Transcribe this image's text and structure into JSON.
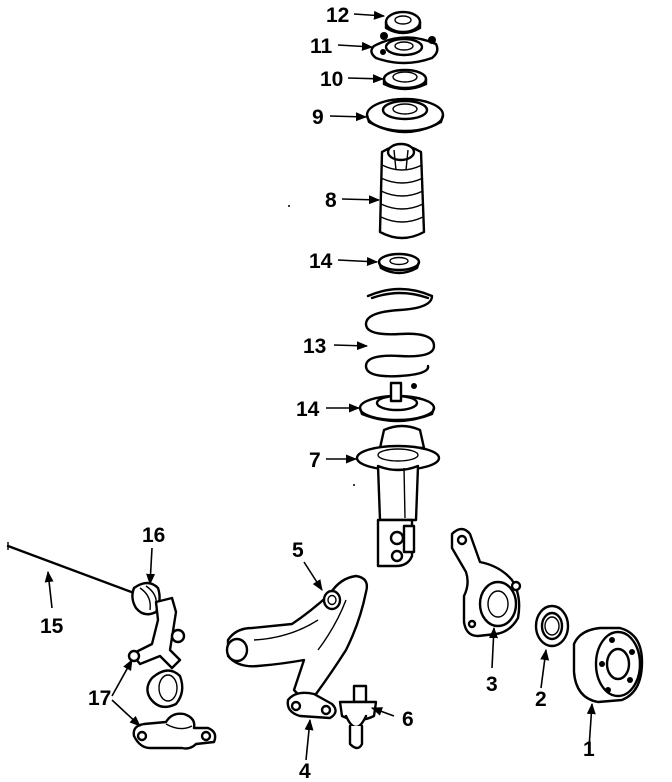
{
  "diagram": {
    "callouts": {
      "c1": "1",
      "c2": "2",
      "c3": "3",
      "c4": "4",
      "c5": "5",
      "c6": "6",
      "c7": "7",
      "c8": "8",
      "c9": "9",
      "c10": "10",
      "c11": "11",
      "c12": "12",
      "c13": "13",
      "c14a": "14",
      "c14b": "14",
      "c15": "15",
      "c16": "16",
      "c17": "17"
    },
    "colors": {
      "ink": "#000000",
      "paper": "#ffffff"
    }
  }
}
